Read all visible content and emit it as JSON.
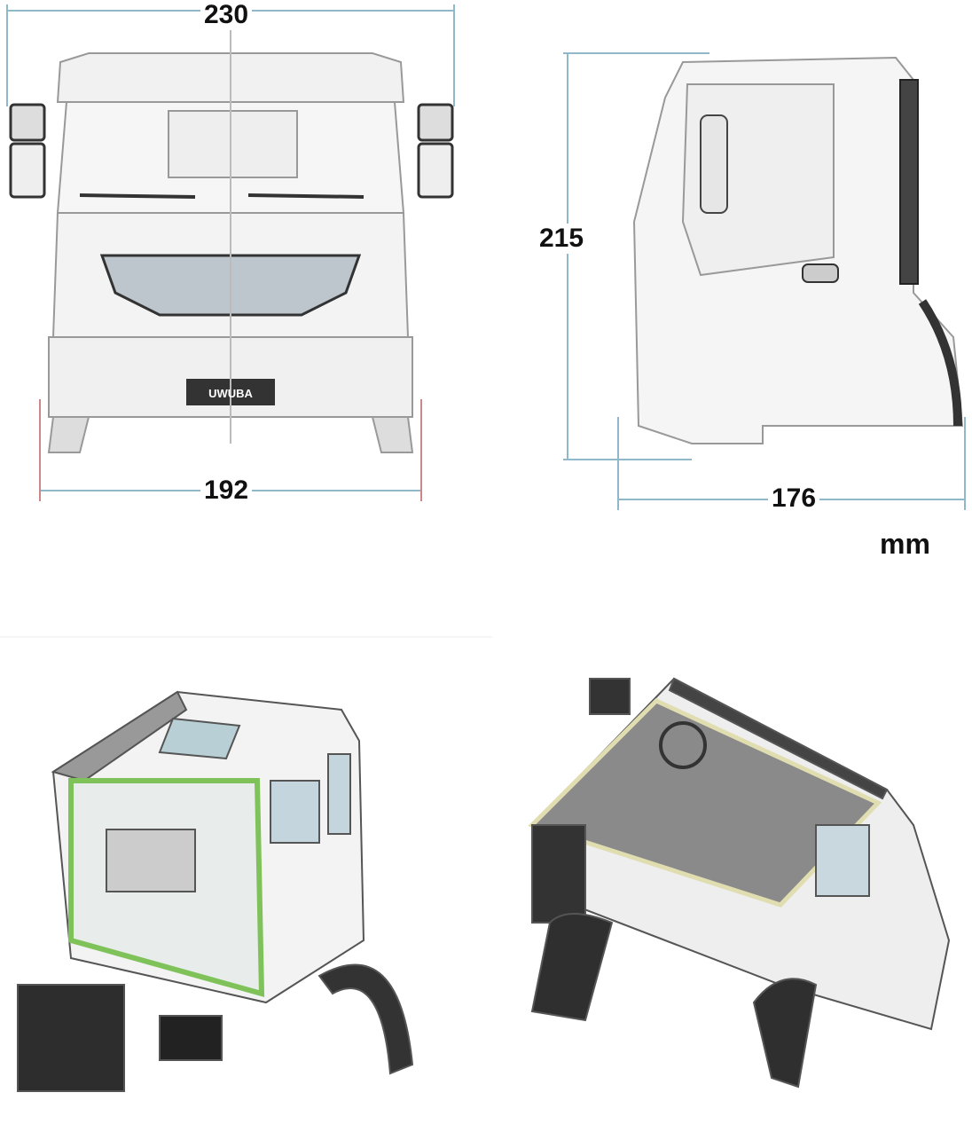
{
  "dimensions": {
    "front_width_top": "230",
    "front_width_bottom": "192",
    "side_height": "215",
    "side_length": "176",
    "unit": "mm"
  },
  "logo_text": "UWUBA",
  "colors": {
    "line": "#9a9a9a",
    "cutaway": "#7fc25a",
    "dark": "#2a2a2a",
    "dimension": "#8fb8c8"
  }
}
